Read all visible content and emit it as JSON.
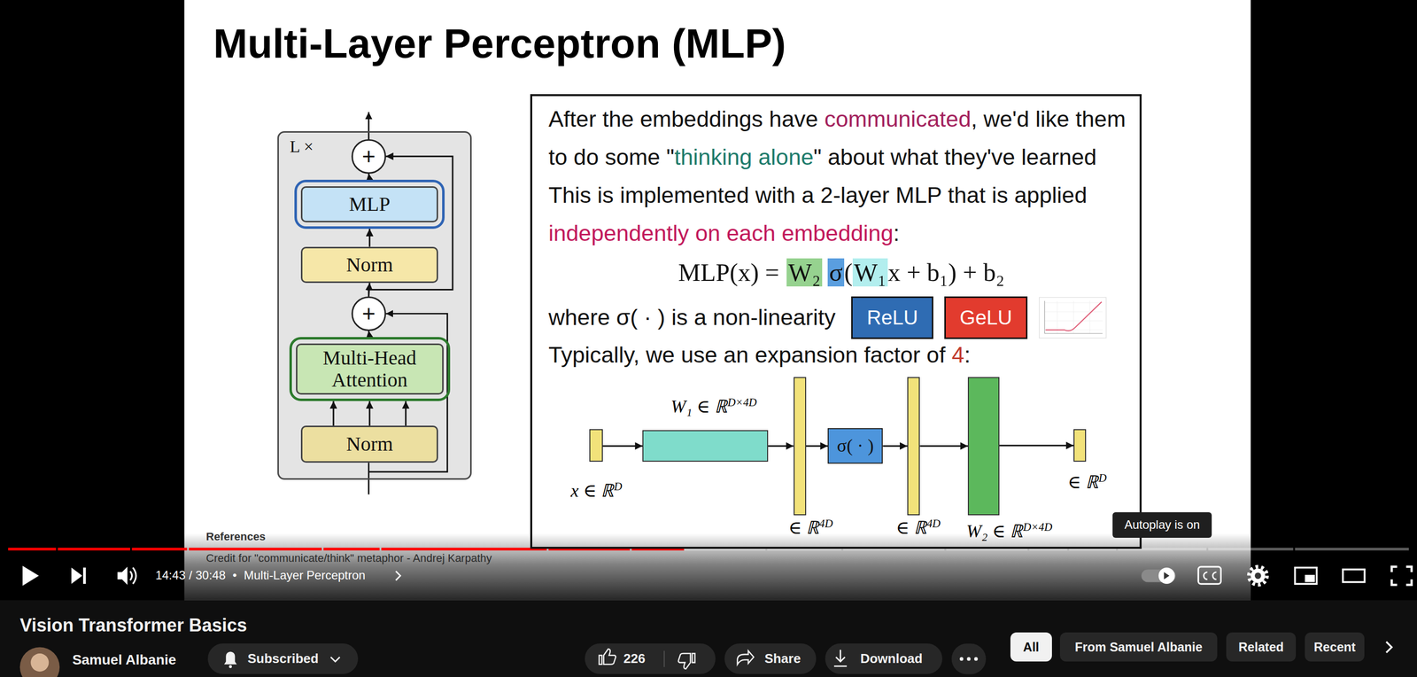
{
  "diagram": {
    "title": "Multi-Layer Perceptron (MLP)",
    "nodes": [
      {
        "text": [
          "L ×"
        ]
      },
      {
        "text": [
          "+"
        ],
        "in": 0
      },
      {
        "text": [
          "MLP"
        ],
        "in": 0
      },
      {
        "text": [
          "Norm"
        ],
        "in": 0
      },
      {
        "text": [
          "+"
        ],
        "in": 0
      },
      {
        "text": [
          "Multi-Head Attention"
        ],
        "in": 0
      },
      {
        "text": [
          "Norm"
        ],
        "in": 0
      },
      {
        "text": [
          "After the embeddings have",
          "communicated",
          ", we'd like them to do some \"",
          "thinking alone",
          "\" about what they've learned",
          "This is implemented with a 2-layer MLP that is applied",
          "independently on each embedding",
          ":",
          "MLP(x) =",
          "W₂",
          "σ",
          "(",
          "W₁",
          "x + b₁) + b₂",
          "where σ( · ) is a non-linearity",
          "Typically, we use an expansion factor of",
          "4",
          ":"
        ]
      },
      {
        "text": [
          "ReLU"
        ],
        "in": 7
      },
      {
        "text": [
          "GeLU"
        ],
        "in": 7
      },
      {
        "text": [
          "x ∈ ℝ",
          "D"
        ],
        "in": 7
      },
      {
        "text": [
          "W₁ ∈ ℝ",
          "D×4D"
        ],
        "in": 7
      },
      {
        "text": [
          "∈ ℝ",
          "4D"
        ],
        "in": 7
      },
      {
        "text": [
          "σ( · )"
        ],
        "in": 7
      },
      {
        "text": [
          "∈ ℝ",
          "4D"
        ],
        "in": 7
      },
      {
        "text": [
          "W₂ ∈ ℝ",
          "D×4D"
        ],
        "in": 7
      },
      {
        "text": [
          "∈ ℝ",
          "D"
        ],
        "in": 7
      },
      {
        "text": [
          "Autoplay is on"
        ]
      },
      {
        "text": [
          "Subscribed"
        ]
      },
      {
        "text": [
          "226"
        ]
      },
      {
        "text": [
          "Share"
        ]
      },
      {
        "text": [
          "Download"
        ]
      },
      {
        "text": [
          "All"
        ]
      },
      {
        "text": [
          "From Samuel Albanie"
        ]
      },
      {
        "text": [
          "Related"
        ]
      },
      {
        "text": [
          "Recent"
        ]
      }
    ],
    "edges": [
      {
        "from": 6,
        "to": 5,
        "arrow": "to"
      },
      {
        "from": 5,
        "to": 4,
        "arrow": "to"
      },
      {
        "from": 4,
        "to": 3,
        "arrow": "to"
      },
      {
        "from": 3,
        "to": 2,
        "arrow": "to"
      },
      {
        "from": 2,
        "to": 1,
        "arrow": "to"
      },
      {
        "from": 4,
        "to": 1,
        "arrow": "to"
      },
      {
        "from": 10,
        "to": 11,
        "arrow": "to"
      },
      {
        "from": 11,
        "to": 12,
        "arrow": "to"
      },
      {
        "from": 12,
        "to": 13,
        "arrow": "to"
      },
      {
        "from": 13,
        "to": 14,
        "arrow": "to"
      },
      {
        "from": 14,
        "to": 15,
        "arrow": "to"
      },
      {
        "from": 15,
        "to": 16,
        "arrow": "to"
      }
    ],
    "labels": [
      "References",
      "Credit for \"communicate/think\" metaphor - Andrej Karpathy",
      "14:43 / 30:48",
      "•",
      "Multi-Layer Perceptron",
      "Vision Transformer Basics",
      "Samuel Albanie"
    ]
  }
}
